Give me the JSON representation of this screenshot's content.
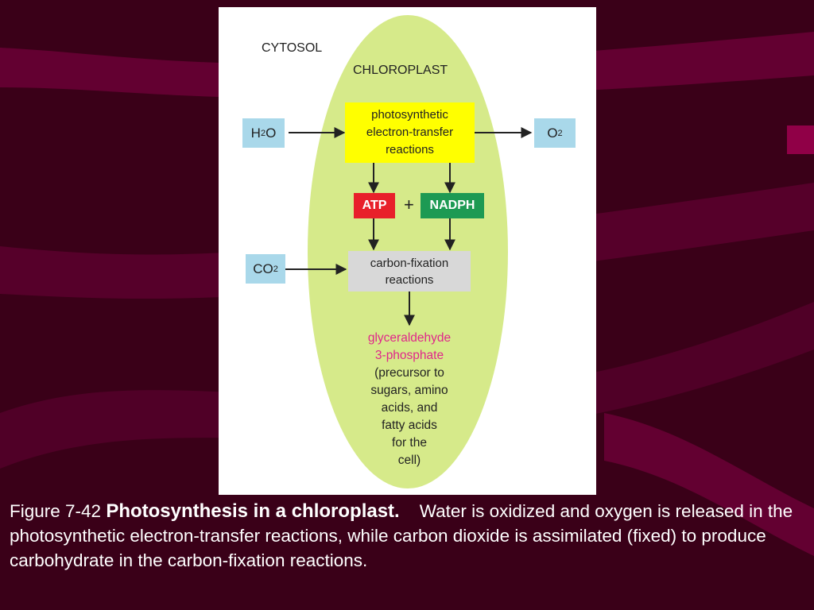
{
  "colors": {
    "background": "#3a0018",
    "swoosh": "#6e0038",
    "chloroplast": "#d6ea8a",
    "yellow_box": "#ffff00",
    "blue_box": "#a9d8ea",
    "gray_box": "#d8d8d8",
    "atp": "#e8202a",
    "nadph": "#1d9a53",
    "product_text": "#e0268a"
  },
  "diagram": {
    "cytosol_label": "CYTOSOL",
    "chloroplast_label": "CHLOROPLAST",
    "photo_reactions": [
      "photosynthetic",
      "electron-transfer",
      "reactions"
    ],
    "h2o": {
      "main": "H",
      "sub": "2",
      "tail": "O"
    },
    "o2": {
      "main": "O",
      "sub": "2"
    },
    "co2": {
      "main": "CO",
      "sub": "2"
    },
    "atp": "ATP",
    "plus": "+",
    "nadph": "NADPH",
    "carbon_fixation": [
      "carbon-fixation",
      "reactions"
    ],
    "product": [
      "glyceraldehyde",
      "3-phosphate"
    ],
    "product_note": [
      "(precursor to",
      "sugars, amino",
      "acids, and",
      "fatty acids",
      "for the",
      "cell)"
    ]
  },
  "caption": {
    "figure": "Figure 7-42 ",
    "title": "Photosynthesis in a chloroplast.",
    "body": "Water is oxidized and oxygen is released in the photosynthetic electron-transfer reactions, while carbon dioxide is assimilated (fixed) to produce carbohydrate in the carbon-fixation reactions."
  }
}
